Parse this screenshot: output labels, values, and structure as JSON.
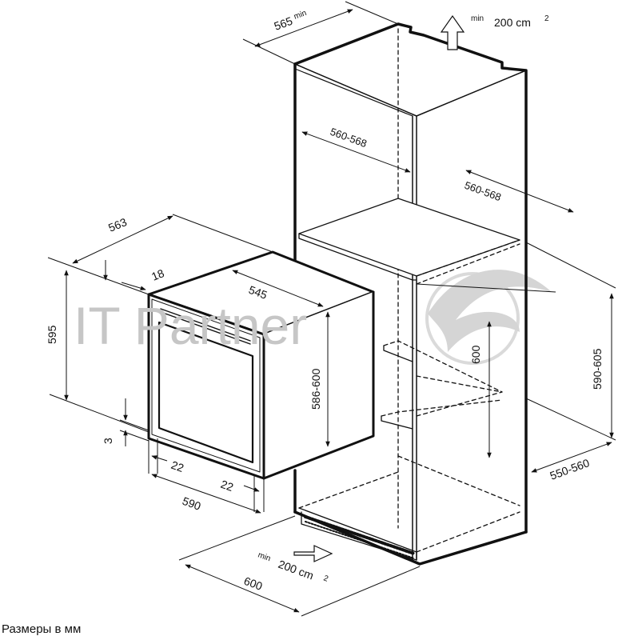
{
  "watermark": {
    "text": "IT Partner"
  },
  "vent_top": {
    "min": "min",
    "value": "200 cm",
    "sup": "2"
  },
  "vent_bottom": {
    "min": "min",
    "value": "200 cm",
    "sup": "2"
  },
  "dims": {
    "cabinet_depth_min": "565",
    "cabinet_depth_min_suffix": "min",
    "niche_width_top": "560-568",
    "niche_depth_right": "560-568",
    "oven_depth": "563",
    "oven_front_thickness": "18",
    "oven_body_width": "545",
    "oven_height": "595",
    "oven_body_height": "586-600",
    "niche_height_inner": "600",
    "niche_height_right": "590-605",
    "niche_depth_bottom": "550-560",
    "front_gap": "3",
    "front_overlap_left": "22",
    "front_overlap_right": "22",
    "oven_width": "590",
    "cabinet_width": "600"
  },
  "caption": "Размеры в мм"
}
